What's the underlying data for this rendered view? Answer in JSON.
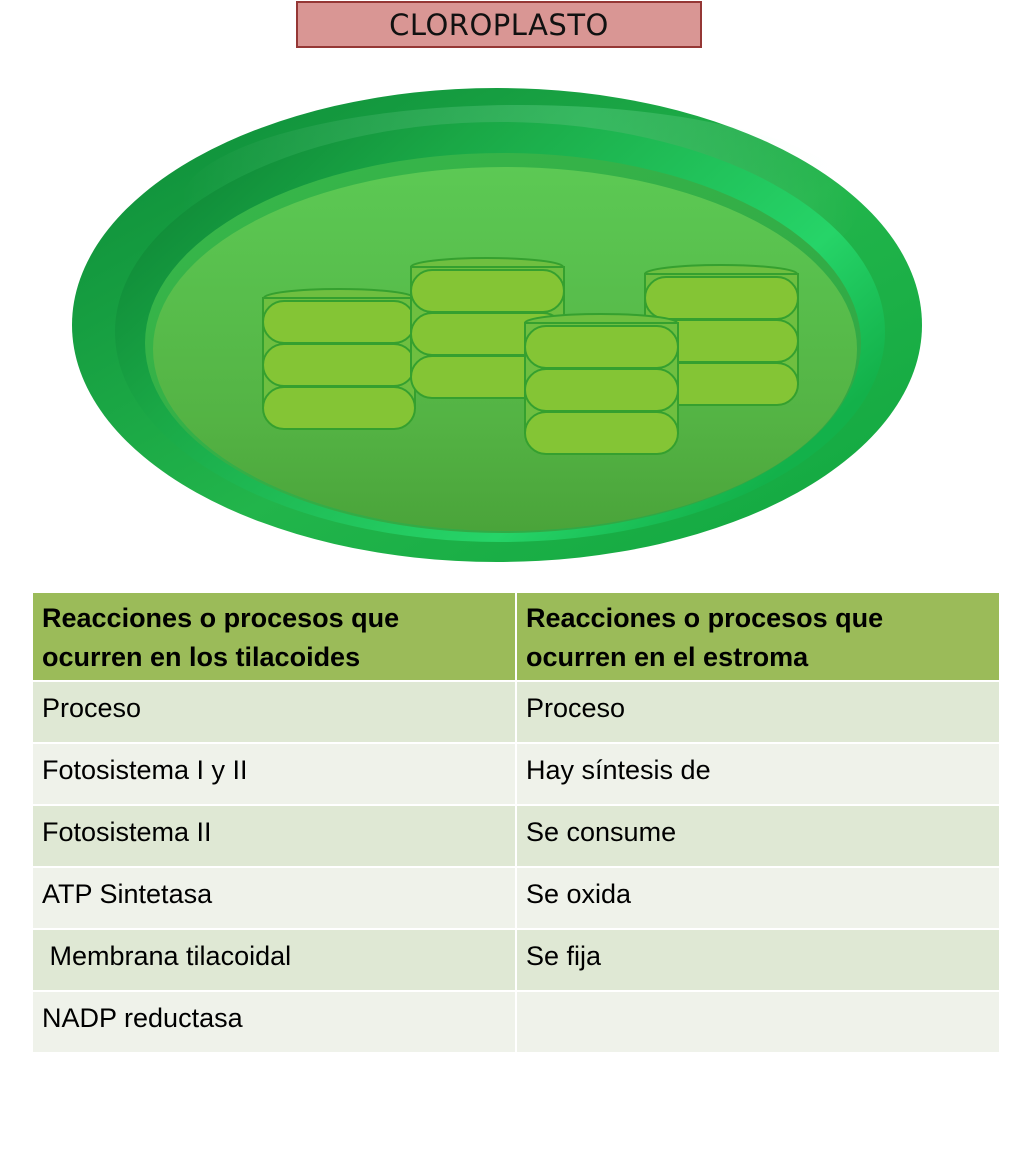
{
  "title": "CLOROPLASTO",
  "colors": {
    "title_fill": "#d99694",
    "title_border": "#953735",
    "outer_membrane": "#22b04a",
    "stroma": "#5cb648",
    "thylakoid_fill": "#84c535",
    "thylakoid_border": "#35a02f",
    "table_header": "#9bbb59",
    "row_band_1": "#dfe8d4",
    "row_band_2": "#eff2ea"
  },
  "table": {
    "headers": [
      "Reacciones o procesos que ocurren en los tilacoides",
      "Reacciones o procesos que ocurren en el estroma"
    ],
    "rows": [
      {
        "tilacoides": "Proceso",
        "estroma": "Proceso"
      },
      {
        "tilacoides": "Fotosistema I y II",
        "estroma": "Hay síntesis de"
      },
      {
        "tilacoides": "Fotosistema II",
        "estroma": "Se consume"
      },
      {
        "tilacoides": "ATP Sintetasa",
        "estroma": "Se oxida"
      },
      {
        "tilacoides": " Membrana tilacoidal",
        "estroma": "Se fija"
      },
      {
        "tilacoides": "NADP reductasa",
        "estroma": ""
      }
    ]
  }
}
